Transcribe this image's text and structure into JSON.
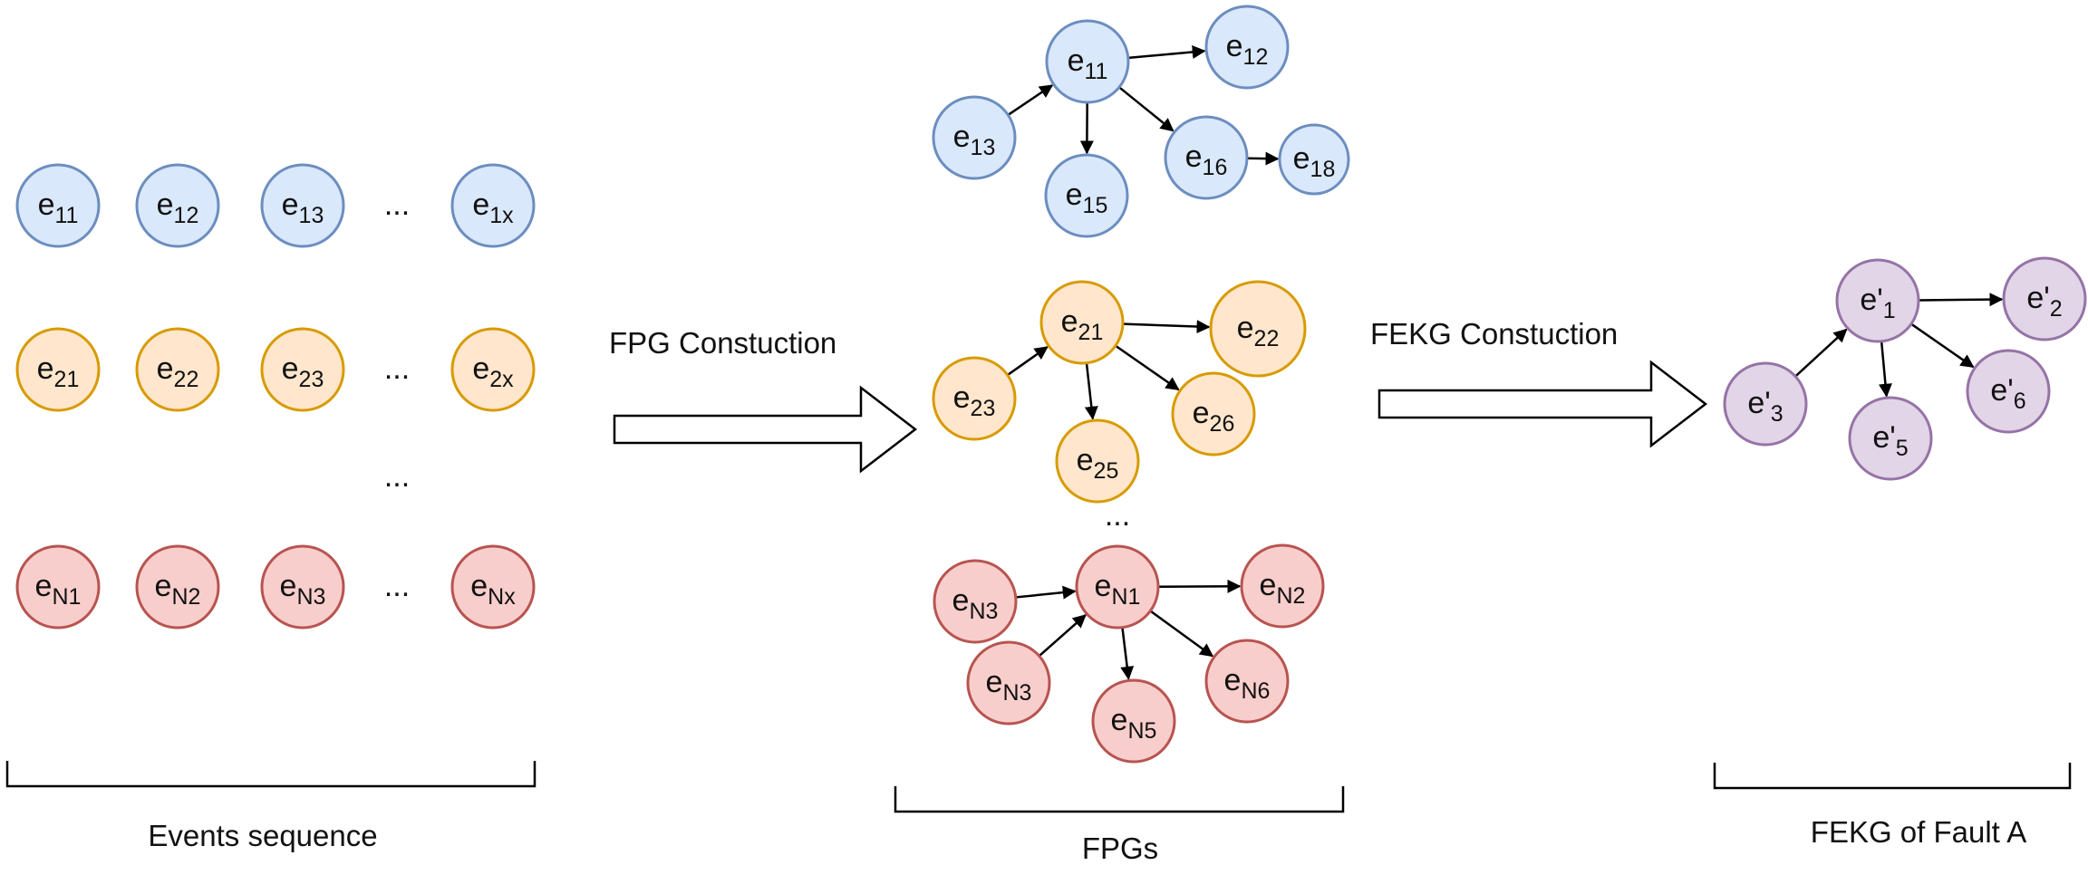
{
  "colors": {
    "blue": {
      "fill": "#dae8fc",
      "stroke": "#6c8ebf"
    },
    "orange": {
      "fill": "#ffe6cc",
      "stroke": "#d79b00"
    },
    "red": {
      "fill": "#f8cecc",
      "stroke": "#b85450"
    },
    "purple": {
      "fill": "#e1d5e7",
      "stroke": "#9673a6"
    }
  },
  "events_sequence": {
    "caption": "Events sequence",
    "rows": [
      {
        "color": "blue",
        "nodes": [
          {
            "base": "e",
            "sub": "11"
          },
          {
            "base": "e",
            "sub": "12"
          },
          {
            "base": "e",
            "sub": "13"
          },
          {
            "base": "e",
            "sub": "1x"
          }
        ],
        "ellipsis": "..."
      },
      {
        "color": "orange",
        "nodes": [
          {
            "base": "e",
            "sub": "21"
          },
          {
            "base": "e",
            "sub": "22"
          },
          {
            "base": "e",
            "sub": "23"
          },
          {
            "base": "e",
            "sub": "2x"
          }
        ],
        "ellipsis": "..."
      },
      {
        "color": "red",
        "nodes": [
          {
            "base": "e",
            "sub": "N1"
          },
          {
            "base": "e",
            "sub": "N2"
          },
          {
            "base": "e",
            "sub": "N3"
          },
          {
            "base": "e",
            "sub": "Nx"
          }
        ],
        "ellipsis": "..."
      }
    ],
    "row_gap_ellipsis": "..."
  },
  "arrow_fpg_label": "FPG Constuction",
  "fpgs": {
    "caption": "FPGs",
    "ellipsis": "...",
    "graphs": [
      {
        "color": "blue",
        "nodes": [
          {
            "id": "a11",
            "base": "e",
            "sub": "11"
          },
          {
            "id": "a12",
            "base": "e",
            "sub": "12"
          },
          {
            "id": "a13",
            "base": "e",
            "sub": "13"
          },
          {
            "id": "a15",
            "base": "e",
            "sub": "15"
          },
          {
            "id": "a16",
            "base": "e",
            "sub": "16"
          },
          {
            "id": "a18",
            "base": "e",
            "sub": "18"
          }
        ],
        "edges": [
          [
            "a13",
            "a11"
          ],
          [
            "a11",
            "a12"
          ],
          [
            "a11",
            "a15"
          ],
          [
            "a11",
            "a16"
          ],
          [
            "a16",
            "a18"
          ]
        ]
      },
      {
        "color": "orange",
        "nodes": [
          {
            "id": "b21",
            "base": "e",
            "sub": "21"
          },
          {
            "id": "b22",
            "base": "e",
            "sub": "22"
          },
          {
            "id": "b23",
            "base": "e",
            "sub": "23"
          },
          {
            "id": "b25",
            "base": "e",
            "sub": "25"
          },
          {
            "id": "b26",
            "base": "e",
            "sub": "26"
          }
        ],
        "edges": [
          [
            "b23",
            "b21"
          ],
          [
            "b21",
            "b22"
          ],
          [
            "b21",
            "b25"
          ],
          [
            "b21",
            "b26"
          ]
        ]
      },
      {
        "color": "red",
        "nodes": [
          {
            "id": "cN1",
            "base": "e",
            "sub": "N1"
          },
          {
            "id": "cN2",
            "base": "e",
            "sub": "N2"
          },
          {
            "id": "cN3a",
            "base": "e",
            "sub": "N3"
          },
          {
            "id": "cN3b",
            "base": "e",
            "sub": "N3"
          },
          {
            "id": "cN5",
            "base": "e",
            "sub": "N5"
          },
          {
            "id": "cN6",
            "base": "e",
            "sub": "N6"
          }
        ],
        "edges": [
          [
            "cN3a",
            "cN1"
          ],
          [
            "cN3b",
            "cN1"
          ],
          [
            "cN1",
            "cN2"
          ],
          [
            "cN1",
            "cN5"
          ],
          [
            "cN1",
            "cN6"
          ]
        ]
      }
    ]
  },
  "arrow_fekg_label": "FEKG Constuction",
  "fekg": {
    "caption": "FEKG of Fault A",
    "color": "purple",
    "nodes": [
      {
        "id": "p1",
        "base": "e'",
        "sub": "1"
      },
      {
        "id": "p2",
        "base": "e'",
        "sub": "2"
      },
      {
        "id": "p3",
        "base": "e'",
        "sub": "3"
      },
      {
        "id": "p5",
        "base": "e'",
        "sub": "5"
      },
      {
        "id": "p6",
        "base": "e'",
        "sub": "6"
      }
    ],
    "edges": [
      [
        "p3",
        "p1"
      ],
      [
        "p1",
        "p2"
      ],
      [
        "p1",
        "p5"
      ],
      [
        "p1",
        "p6"
      ]
    ]
  }
}
